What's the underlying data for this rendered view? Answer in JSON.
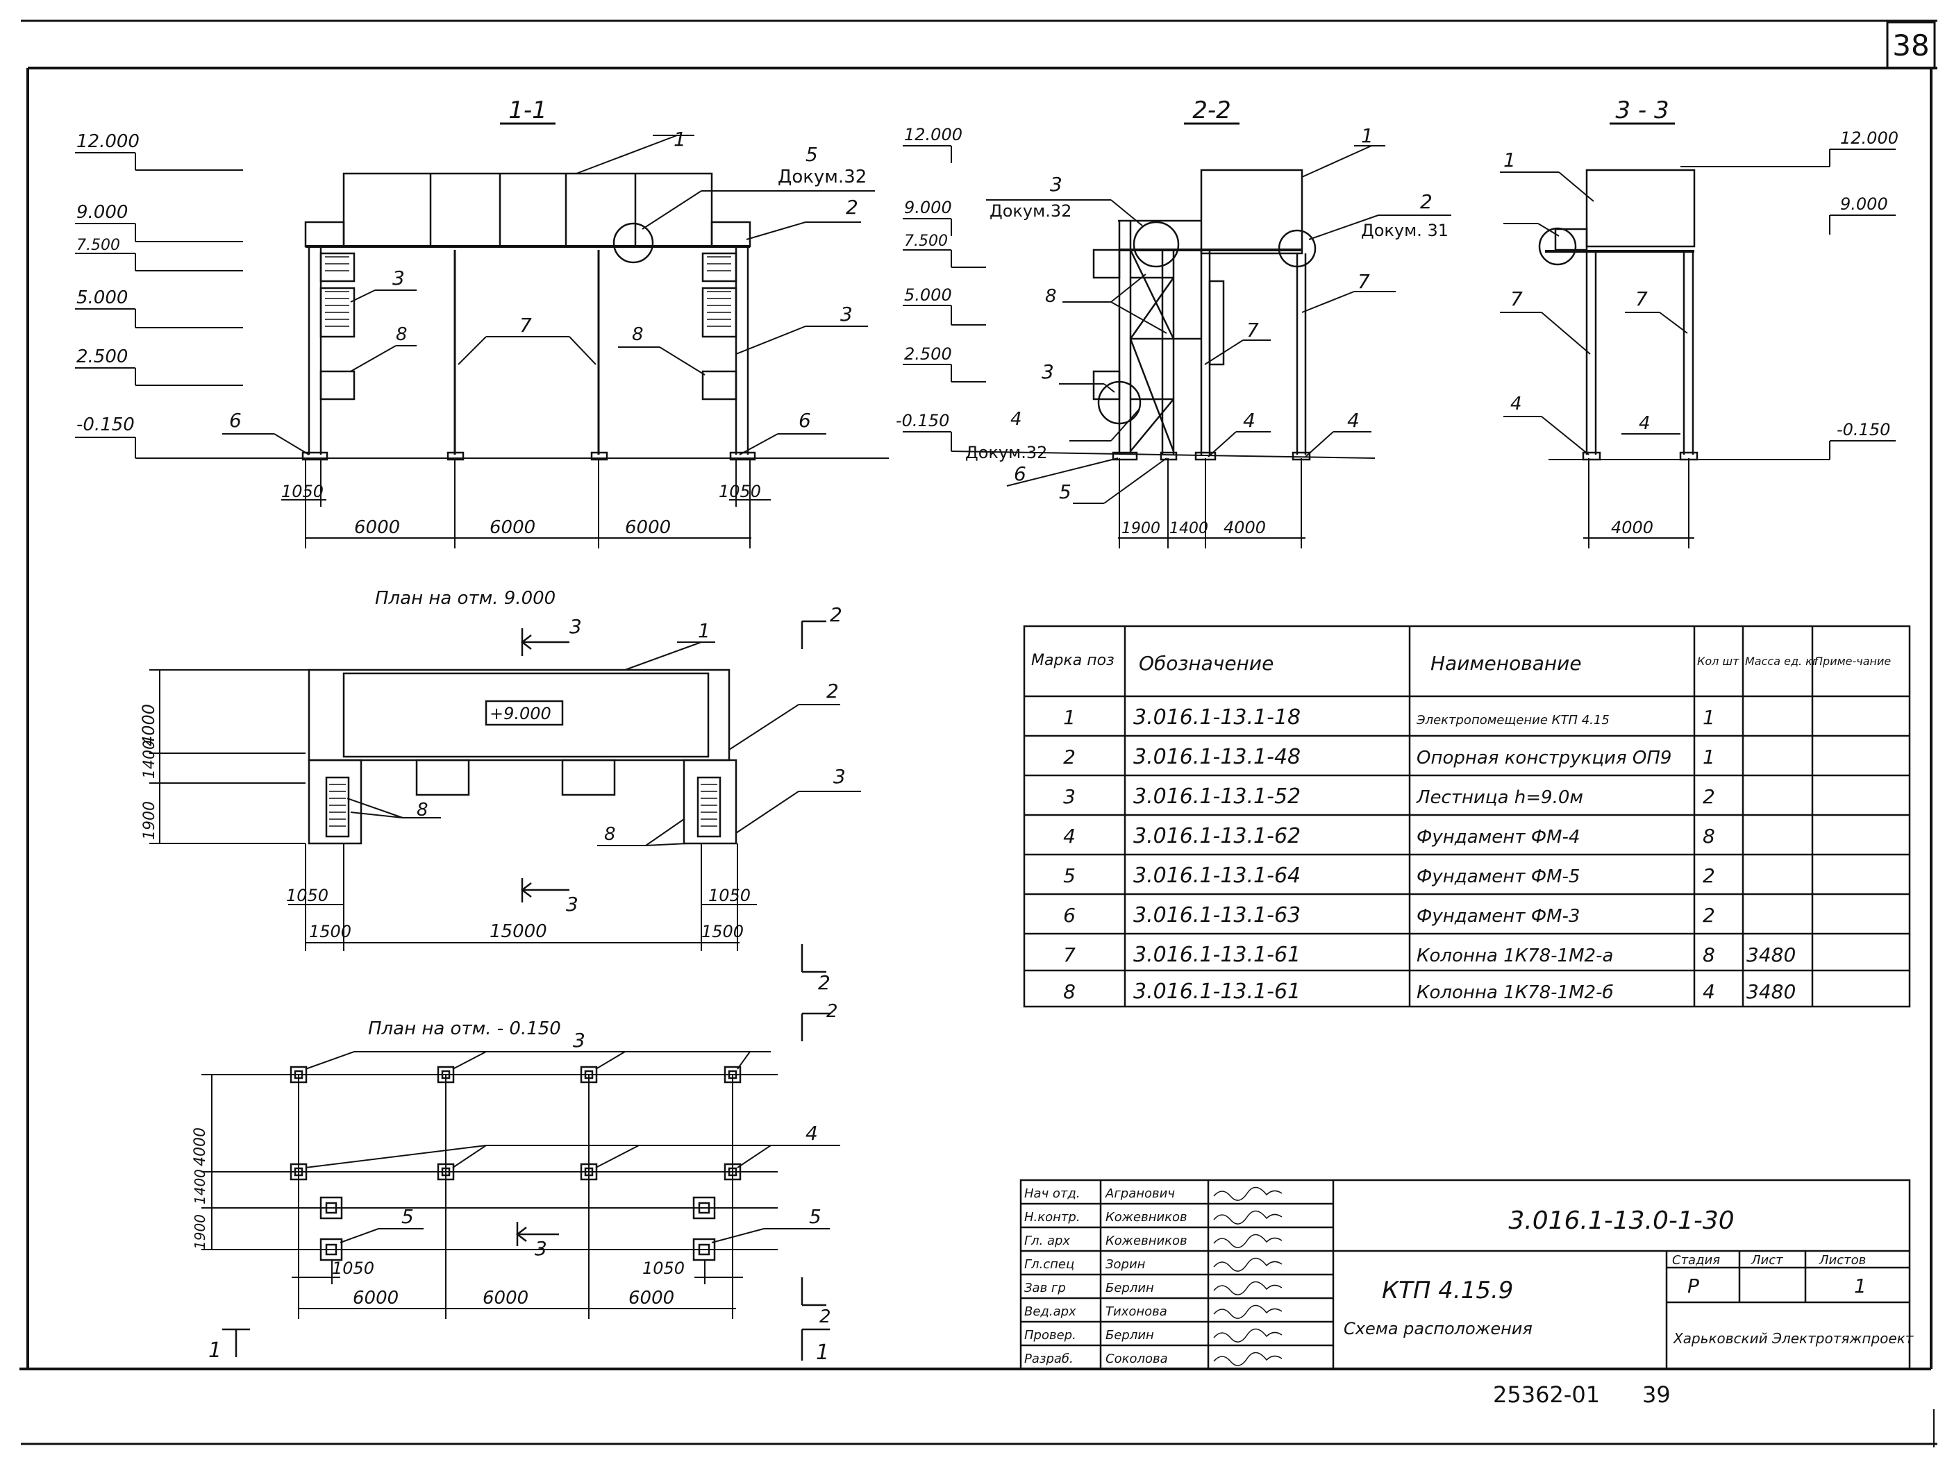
{
  "page_number": "38",
  "sections": {
    "s11": {
      "title": "1-1",
      "levels": [
        "12.000",
        "9.000",
        "7.500",
        "5.000",
        "2.500",
        "-0.150"
      ],
      "callouts": [
        "1",
        "5",
        "Докум.32",
        "2",
        "3",
        "8",
        "7",
        "8",
        "3",
        "6",
        "6"
      ],
      "dims": [
        "1050",
        "6000",
        "6000",
        "6000",
        "1050"
      ]
    },
    "s22": {
      "title": "2-2",
      "levels": [
        "12.000",
        "9.000",
        "7.500",
        "5.000",
        "2.500",
        "-0.150"
      ],
      "callouts": [
        "1",
        "3",
        "Докум.32",
        "2",
        "Докум. 31",
        "7",
        "8",
        "7",
        "3",
        "4",
        "Докум.32",
        "6",
        "4",
        "4",
        "5"
      ],
      "dims": [
        "1900",
        "1400",
        "4000"
      ]
    },
    "s33": {
      "title": "3 - 3",
      "levels": [
        "12.000",
        "9.000",
        "-0.150"
      ],
      "callouts": [
        "1",
        "7",
        "7",
        "4",
        "4"
      ],
      "dims": [
        "4000"
      ]
    }
  },
  "plan_top": {
    "title": "План на отм. 9.000",
    "level_box": "+9.000",
    "callouts": [
      "1",
      "2",
      "3",
      "8",
      "8"
    ],
    "cut_marks": [
      "3",
      "3",
      "2",
      "2"
    ],
    "dims_v": [
      "1900",
      "1400",
      "4000"
    ],
    "dims_h": [
      "1050",
      "1500",
      "15000",
      "1050",
      "1500"
    ]
  },
  "plan_bottom": {
    "title": "План на отм. - 0.150",
    "callouts": [
      "3",
      "4",
      "5",
      "5"
    ],
    "cut_marks": [
      "3",
      "2",
      "2"
    ],
    "dims_v": [
      "1900",
      "1400",
      "4000"
    ],
    "dims_h": [
      "1050",
      "6000",
      "6000",
      "6000",
      "1050"
    ],
    "section_mark_left": "1",
    "section_mark_right": "1"
  },
  "spec_table": {
    "headers": [
      "Марка поз",
      "Обозначение",
      "Наименование",
      "Кол шт",
      "Масса ед. кг",
      "Приме-чание"
    ],
    "rows": [
      [
        "1",
        "3.016.1-13.1-18",
        "Электропомещение КТП 4.15",
        "1",
        "",
        ""
      ],
      [
        "2",
        "3.016.1-13.1-48",
        "Опорная конструкция ОП9",
        "1",
        "",
        ""
      ],
      [
        "3",
        "3.016.1-13.1-52",
        "Лестница h=9.0м",
        "2",
        "",
        ""
      ],
      [
        "4",
        "3.016.1-13.1-62",
        "Фундамент ФМ-4",
        "8",
        "",
        ""
      ],
      [
        "5",
        "3.016.1-13.1-64",
        "Фундамент ФМ-5",
        "2",
        "",
        ""
      ],
      [
        "6",
        "3.016.1-13.1-63",
        "Фундамент ФМ-3",
        "2",
        "",
        ""
      ],
      [
        "7",
        "3.016.1-13.1-61",
        "Колонна 1К78-1М2-а",
        "8",
        "3480",
        ""
      ],
      [
        "8",
        "3.016.1-13.1-61",
        "Колонна 1К78-1М2-б",
        "4",
        "3480",
        ""
      ]
    ]
  },
  "title_block": {
    "code": "3.016.1-13.0-1-30",
    "product": "КТП 4.15.9",
    "sheet_name": "Схема расположения",
    "stage_header": "Стадия",
    "sheet_header": "Лист",
    "sheets_header": "Листов",
    "stage": "Р",
    "sheet": "",
    "sheets": "1",
    "org": "Харьковский Электротяжпроект",
    "roles": [
      {
        "role": "Нач отд.",
        "name": "Агранович"
      },
      {
        "role": "Н.контр.",
        "name": "Кожевников"
      },
      {
        "role": "Гл. арх",
        "name": "Кожевников"
      },
      {
        "role": "Гл.спец",
        "name": "Зорин"
      },
      {
        "role": "Зав гр",
        "name": "Берлин"
      },
      {
        "role": "Вед.арх",
        "name": "Тихонова"
      },
      {
        "role": "Провер.",
        "name": "Берлин"
      },
      {
        "role": "Разраб.",
        "name": "Соколова"
      }
    ]
  },
  "inventory": "25362-01",
  "inventory_page": "39"
}
